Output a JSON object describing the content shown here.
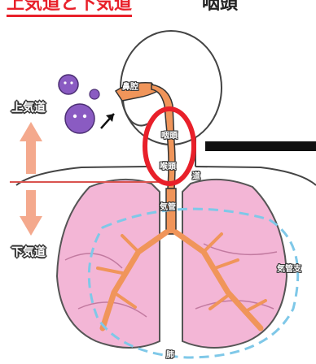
{
  "header": {
    "title_red": "上気道と下気道",
    "title_black": "咽頭"
  },
  "labels": {
    "upper_airway": "上気道",
    "lower_airway": "下気道",
    "nasal_cavity": "鼻腔",
    "pharynx": "咽頭",
    "larynx": "喉頭",
    "trachea": "気管",
    "trachea_partial": "道",
    "bronchi": "気管支",
    "lung": "肺"
  },
  "colors": {
    "highlight_ring": "#e8202a",
    "divider_line": "#d9534f",
    "lung_fill": "#f3b6d6",
    "airway": "#f0955a",
    "virus": "#8a5bc2",
    "dashed_outline": "#7fc8e8"
  }
}
